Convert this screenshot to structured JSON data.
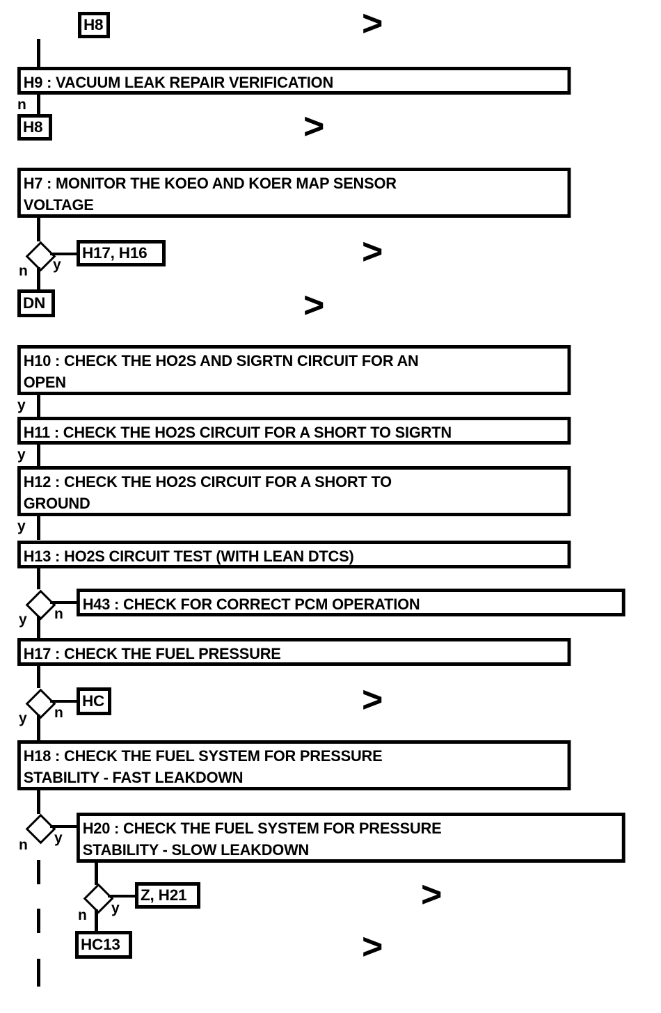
{
  "diagram": {
    "title": "HO2S / Fuel System Diagnostic Flowchart",
    "colors": {
      "line": "#000000",
      "background": "#ffffff",
      "text": "#000000"
    },
    "steps": [
      {
        "id": "H9",
        "label": "H9 : VACUUM LEAK REPAIR VERIFICATION"
      },
      {
        "id": "H7",
        "label": "H7 : MONITOR THE KOEO AND KOER MAP SENSOR\nVOLTAGE"
      },
      {
        "id": "H10",
        "label": "H10 : CHECK THE HO2S AND SIGRTN CIRCUIT FOR AN\nOPEN"
      },
      {
        "id": "H11",
        "label": "H11 : CHECK THE HO2S CIRCUIT FOR A SHORT TO SIGRTN"
      },
      {
        "id": "H12",
        "label": "H12 : CHECK THE HO2S CIRCUIT FOR A SHORT TO\nGROUND"
      },
      {
        "id": "H13",
        "label": "H13 : HO2S CIRCUIT TEST (WITH LEAN DTCS)"
      },
      {
        "id": "H43",
        "label": "H43 : CHECK FOR CORRECT PCM OPERATION"
      },
      {
        "id": "H17",
        "label": "H17 : CHECK THE FUEL PRESSURE"
      },
      {
        "id": "H18",
        "label": "H18 : CHECK THE FUEL SYSTEM FOR PRESSURE\nSTABILITY - FAST LEAKDOWN"
      },
      {
        "id": "H20",
        "label": "H20 : CHECK THE FUEL SYSTEM FOR PRESSURE\nSTABILITY - SLOW LEAKDOWN"
      }
    ],
    "tags": [
      {
        "id": "H8-top",
        "label": "H8"
      },
      {
        "id": "H8-second",
        "label": "H8"
      },
      {
        "id": "H17H16",
        "label": "H17, H16"
      },
      {
        "id": "DN",
        "label": "DN"
      },
      {
        "id": "HC",
        "label": "HC"
      },
      {
        "id": "ZH21",
        "label": "Z, H21"
      },
      {
        "id": "HC13",
        "label": "HC13"
      }
    ],
    "branch_labels": {
      "h9_no": "n",
      "h7_no": "n",
      "h7_yes": "y",
      "h10_yes": "y",
      "h11_yes": "y",
      "h12_yes": "y",
      "h13_yes": "y",
      "h13_no": "n",
      "h17_yes": "y",
      "h17_no": "n",
      "h18_yes": "y",
      "h18_no": "n",
      "h20_yes": "y",
      "h20_no": "n"
    },
    "chevrons": [
      {
        "id": "chevron-1",
        "glyph": ">"
      },
      {
        "id": "chevron-2",
        "glyph": ">"
      },
      {
        "id": "chevron-3",
        "glyph": ">"
      },
      {
        "id": "chevron-4",
        "glyph": ">"
      },
      {
        "id": "chevron-5",
        "glyph": ">"
      },
      {
        "id": "chevron-6",
        "glyph": ">"
      },
      {
        "id": "chevron-7",
        "glyph": ">"
      }
    ]
  }
}
